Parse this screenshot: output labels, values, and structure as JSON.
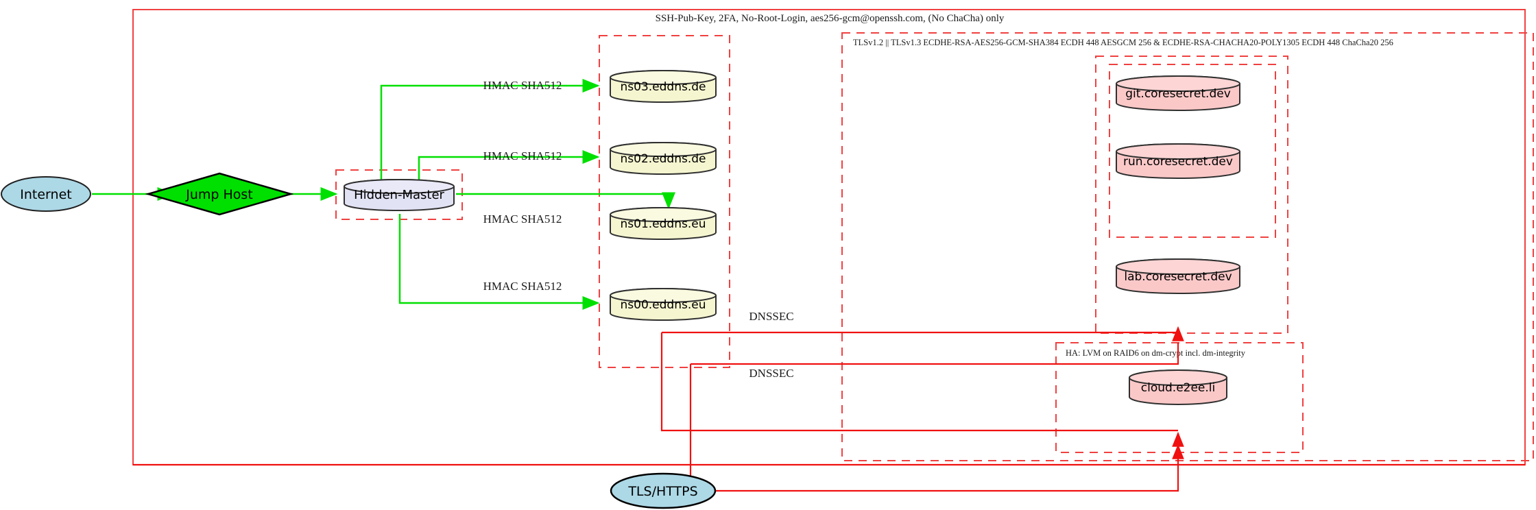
{
  "diagram": {
    "title_banner": "SSH-Pub-Key, 2FA, No-Root-Login, aes256-gcm@openssh.com, (No ChaCha) only",
    "tls_banner": "TLSv1.2 || TLSv1.3 ECDHE-RSA-AES256-GCM-SHA384 ECDH 448 AESGCM 256 & ECDHE-RSA-CHACHA20-POLY1305 ECDH 448 ChaCha20 256",
    "ha_banner": "HA: LVM on RAID6 on dm-crypt incl. dm-integrity"
  },
  "nodes": {
    "internet": {
      "label": "Internet",
      "shape": "ellipse",
      "fill": "#add8e6"
    },
    "jump_host": {
      "label": "Jump Host",
      "shape": "diamond",
      "fill": "#00e000"
    },
    "hidden_master": {
      "label": "Hidden-Master",
      "shape": "cylinder",
      "fill": "#e2e2f5"
    },
    "tls_https": {
      "label": "TLS/HTTPS",
      "shape": "ellipse",
      "fill": "#add8e6"
    },
    "ns03": {
      "label": "ns03.eddns.de",
      "shape": "cylinder",
      "fill": "#f5f5d0"
    },
    "ns02": {
      "label": "ns02.eddns.de",
      "shape": "cylinder",
      "fill": "#f5f5d0"
    },
    "ns01": {
      "label": "ns01.eddns.eu",
      "shape": "cylinder",
      "fill": "#f5f5d0"
    },
    "ns00": {
      "label": "ns00.eddns.eu",
      "shape": "cylinder",
      "fill": "#f5f5d0"
    },
    "git": {
      "label": "git.coresecret.dev",
      "shape": "cylinder",
      "fill": "#fbc8c8"
    },
    "run": {
      "label": "run.coresecret.dev",
      "shape": "cylinder",
      "fill": "#fbc8c8"
    },
    "lab": {
      "label": "lab.coresecret.dev",
      "shape": "cylinder",
      "fill": "#fbc8c8"
    },
    "cloud": {
      "label": "cloud.e2ee.li",
      "shape": "cylinder",
      "fill": "#fbc8c8"
    }
  },
  "edge_labels": {
    "hmac_ns03": "HMAC SHA512",
    "hmac_ns02": "HMAC SHA512",
    "hmac_ns01": "HMAC SHA512",
    "hmac_ns00": "HMAC SHA512",
    "dnssec_upper": "DNSSEC",
    "dnssec_lower": "DNSSEC"
  },
  "colors": {
    "boundary": "#f04040",
    "edge_green": "#00e000",
    "edge_red": "#f01010",
    "node_stroke": "#202020"
  }
}
